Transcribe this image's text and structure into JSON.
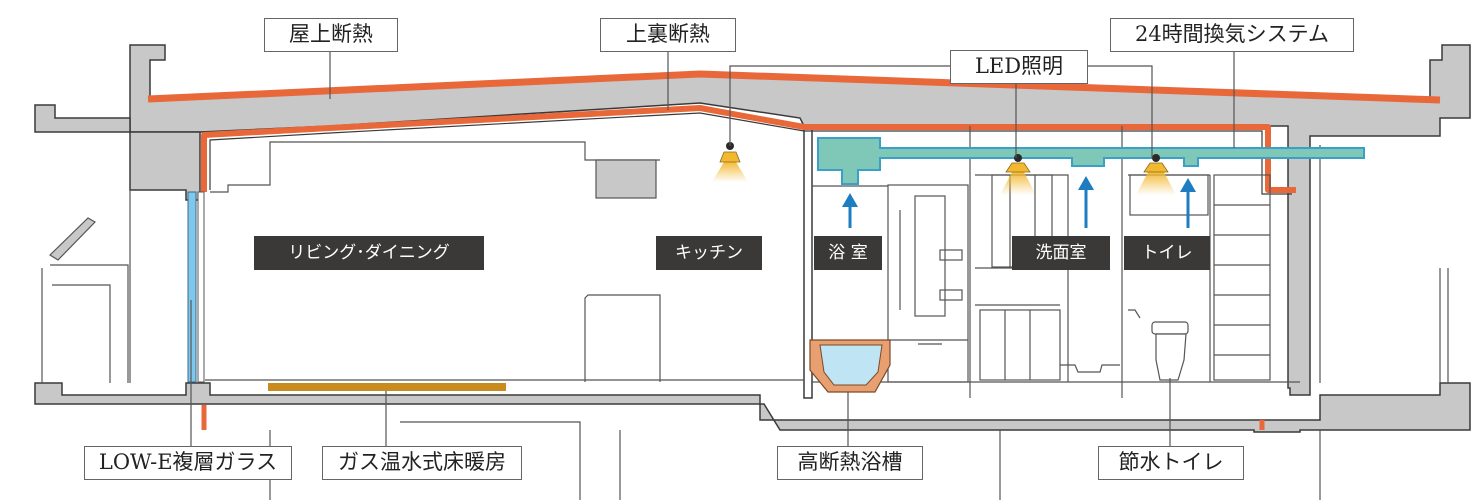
{
  "labels": {
    "roof_insulation": "屋上断熱",
    "attic_insulation": "上裏断熱",
    "led_lighting": "LED照明",
    "ventilation": "24時間換気システム",
    "lowe_glass": "LOW-E複層ガラス",
    "floor_heating": "ガス温水式床暖房",
    "insulated_bathtub": "高断熱浴槽",
    "water_saving_toilet": "節水トイレ"
  },
  "rooms": {
    "living_dining": "リビング･ダイニング",
    "kitchen": "キッチン",
    "bathroom": "浴 室",
    "washroom": "洗面室",
    "toilet": "トイレ"
  },
  "colors": {
    "concrete": "#c8c8c8",
    "concrete_edge": "#3a3a3a",
    "insulation": "#e8683a",
    "duct": "#7fc8b8",
    "duct_edge": "#3aa0c8",
    "arrow": "#1e7cc0",
    "light": "#f2b830",
    "floor_heating": "#c98a1e",
    "glass": "#7fc8ec",
    "bath_water": "#bfe4f4",
    "room_label_bg": "#3b3838"
  }
}
